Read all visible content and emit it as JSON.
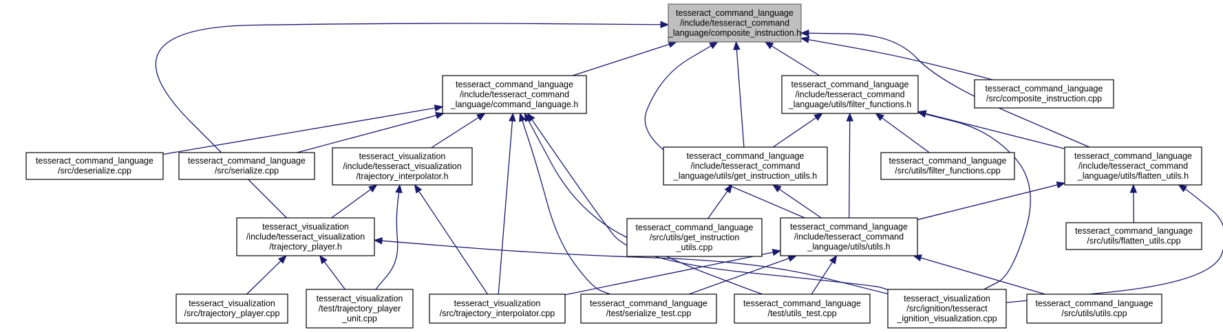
{
  "colors": {
    "edge": "#191970",
    "root_fill": "#bfbfbf",
    "node_fill": "#ffffff",
    "node_border": "#000000"
  },
  "nodes": [
    {
      "id": "composite_instruction_h",
      "root": true,
      "lines": [
        "tesseract_command_language",
        "/include/tesseract_command",
        "_language/composite_instruction.h"
      ]
    },
    {
      "id": "command_language_h",
      "lines": [
        "tesseract_command_language",
        "/include/tesseract_command",
        "_language/command_language.h"
      ]
    },
    {
      "id": "filter_functions_h",
      "lines": [
        "tesseract_command_language",
        "/include/tesseract_command",
        "_language/utils/filter_functions.h"
      ]
    },
    {
      "id": "composite_instruction_cpp",
      "lines": [
        "tesseract_command_language",
        "/src/composite_instruction.cpp"
      ]
    },
    {
      "id": "deserialize_cpp",
      "lines": [
        "tesseract_command_language",
        "/src/deserialize.cpp"
      ]
    },
    {
      "id": "serialize_cpp",
      "lines": [
        "tesseract_command_language",
        "/src/serialize.cpp"
      ]
    },
    {
      "id": "trajectory_interpolator_h",
      "lines": [
        "tesseract_visualization",
        "/include/tesseract_visualization",
        "/trajectory_interpolator.h"
      ]
    },
    {
      "id": "get_instruction_utils_h",
      "lines": [
        "tesseract_command_language",
        "/include/tesseract_command",
        "_language/utils/get_instruction_utils.h"
      ]
    },
    {
      "id": "filter_functions_cpp",
      "lines": [
        "tesseract_command_language",
        "/src/utils/filter_functions.cpp"
      ]
    },
    {
      "id": "flatten_utils_h",
      "lines": [
        "tesseract_command_language",
        "/include/tesseract_command",
        "_language/utils/flatten_utils.h"
      ]
    },
    {
      "id": "trajectory_player_h",
      "lines": [
        "tesseract_visualization",
        "/include/tesseract_visualization",
        "/trajectory_player.h"
      ]
    },
    {
      "id": "get_instruction_utils_cpp",
      "lines": [
        "tesseract_command_language",
        "/src/utils/get_instruction",
        "_utils.cpp"
      ]
    },
    {
      "id": "utils_h",
      "lines": [
        "tesseract_command_language",
        "/include/tesseract_command",
        "_language/utils/utils.h"
      ]
    },
    {
      "id": "flatten_utils_cpp",
      "lines": [
        "tesseract_command_language",
        "/src/utils/flatten_utils.cpp"
      ]
    },
    {
      "id": "trajectory_player_cpp",
      "lines": [
        "tesseract_visualization",
        "/src/trajectory_player.cpp"
      ]
    },
    {
      "id": "trajectory_player_unit_cpp",
      "lines": [
        "tesseract_visualization",
        "/test/trajectory_player",
        "_unit.cpp"
      ]
    },
    {
      "id": "trajectory_interpolator_cpp",
      "lines": [
        "tesseract_visualization",
        "/src/trajectory_interpolator.cpp"
      ]
    },
    {
      "id": "serialize_test_cpp",
      "lines": [
        "tesseract_command_language",
        "/test/serialize_test.cpp"
      ]
    },
    {
      "id": "utils_test_cpp",
      "lines": [
        "tesseract_command_language",
        "/test/utils_test.cpp"
      ]
    },
    {
      "id": "ignition_visualization_cpp",
      "lines": [
        "tesseract_visualization",
        "/src/ignition/tesseract",
        "_ignition_visualization.cpp"
      ]
    },
    {
      "id": "utils_cpp",
      "lines": [
        "tesseract_command_language",
        "/src/utils/utils.cpp"
      ]
    }
  ],
  "edges": [
    [
      "command_language_h",
      "composite_instruction_h"
    ],
    [
      "filter_functions_h",
      "composite_instruction_h"
    ],
    [
      "composite_instruction_cpp",
      "composite_instruction_h"
    ],
    [
      "get_instruction_utils_h",
      "composite_instruction_h"
    ],
    [
      "flatten_utils_h",
      "composite_instruction_h"
    ],
    [
      "utils_h",
      "composite_instruction_h"
    ],
    [
      "trajectory_player_h",
      "composite_instruction_h"
    ],
    [
      "deserialize_cpp",
      "command_language_h"
    ],
    [
      "serialize_cpp",
      "command_language_h"
    ],
    [
      "trajectory_interpolator_h",
      "command_language_h"
    ],
    [
      "trajectory_interpolator_cpp",
      "command_language_h"
    ],
    [
      "serialize_test_cpp",
      "command_language_h"
    ],
    [
      "utils_test_cpp",
      "command_language_h"
    ],
    [
      "ignition_visualization_cpp",
      "command_language_h"
    ],
    [
      "get_instruction_utils_h",
      "filter_functions_h"
    ],
    [
      "filter_functions_cpp",
      "filter_functions_h"
    ],
    [
      "utils_h",
      "filter_functions_h"
    ],
    [
      "flatten_utils_h",
      "filter_functions_h"
    ],
    [
      "ignition_visualization_cpp",
      "filter_functions_h"
    ],
    [
      "trajectory_player_h",
      "trajectory_interpolator_h"
    ],
    [
      "trajectory_player_unit_cpp",
      "trajectory_interpolator_h"
    ],
    [
      "trajectory_interpolator_cpp",
      "trajectory_interpolator_h"
    ],
    [
      "get_instruction_utils_cpp",
      "get_instruction_utils_h"
    ],
    [
      "utils_h",
      "get_instruction_utils_h"
    ],
    [
      "utils_h",
      "flatten_utils_h"
    ],
    [
      "flatten_utils_cpp",
      "flatten_utils_h"
    ],
    [
      "ignition_visualization_cpp",
      "flatten_utils_h"
    ],
    [
      "trajectory_player_cpp",
      "trajectory_player_h"
    ],
    [
      "trajectory_player_unit_cpp",
      "trajectory_player_h"
    ],
    [
      "ignition_visualization_cpp",
      "trajectory_player_h"
    ],
    [
      "trajectory_interpolator_cpp",
      "utils_h"
    ],
    [
      "serialize_test_cpp",
      "utils_h"
    ],
    [
      "utils_test_cpp",
      "utils_h"
    ],
    [
      "utils_cpp",
      "utils_h"
    ]
  ]
}
